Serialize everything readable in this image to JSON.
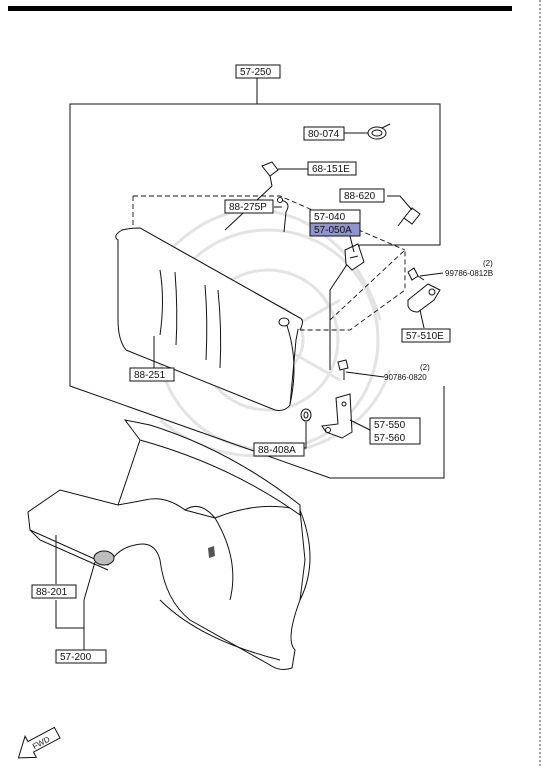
{
  "labels": {
    "l57_250": "57-250",
    "l80_074": "80-074",
    "l68_151e": "68-151E",
    "l88_620": "88-620",
    "l88_275p": "88-275P",
    "l57_040": "57-040",
    "l57_050a": "57-050A",
    "l99786_qty": "(2)",
    "l99786": "99786-0812B",
    "l57_510e": "57-510E",
    "l90786_qty": "(2)",
    "l90786": "90786-0820",
    "l88_251": "88-251",
    "l57_550": "57-550",
    "l57_560": "57-560",
    "l88_408a": "88-408A",
    "l88_201": "88-201",
    "l57_200": "57-200"
  },
  "fwd_label": "FWD",
  "colors": {
    "highlight": "#8f93cf",
    "ink": "#111111",
    "watermark": "#e3e3e3"
  }
}
